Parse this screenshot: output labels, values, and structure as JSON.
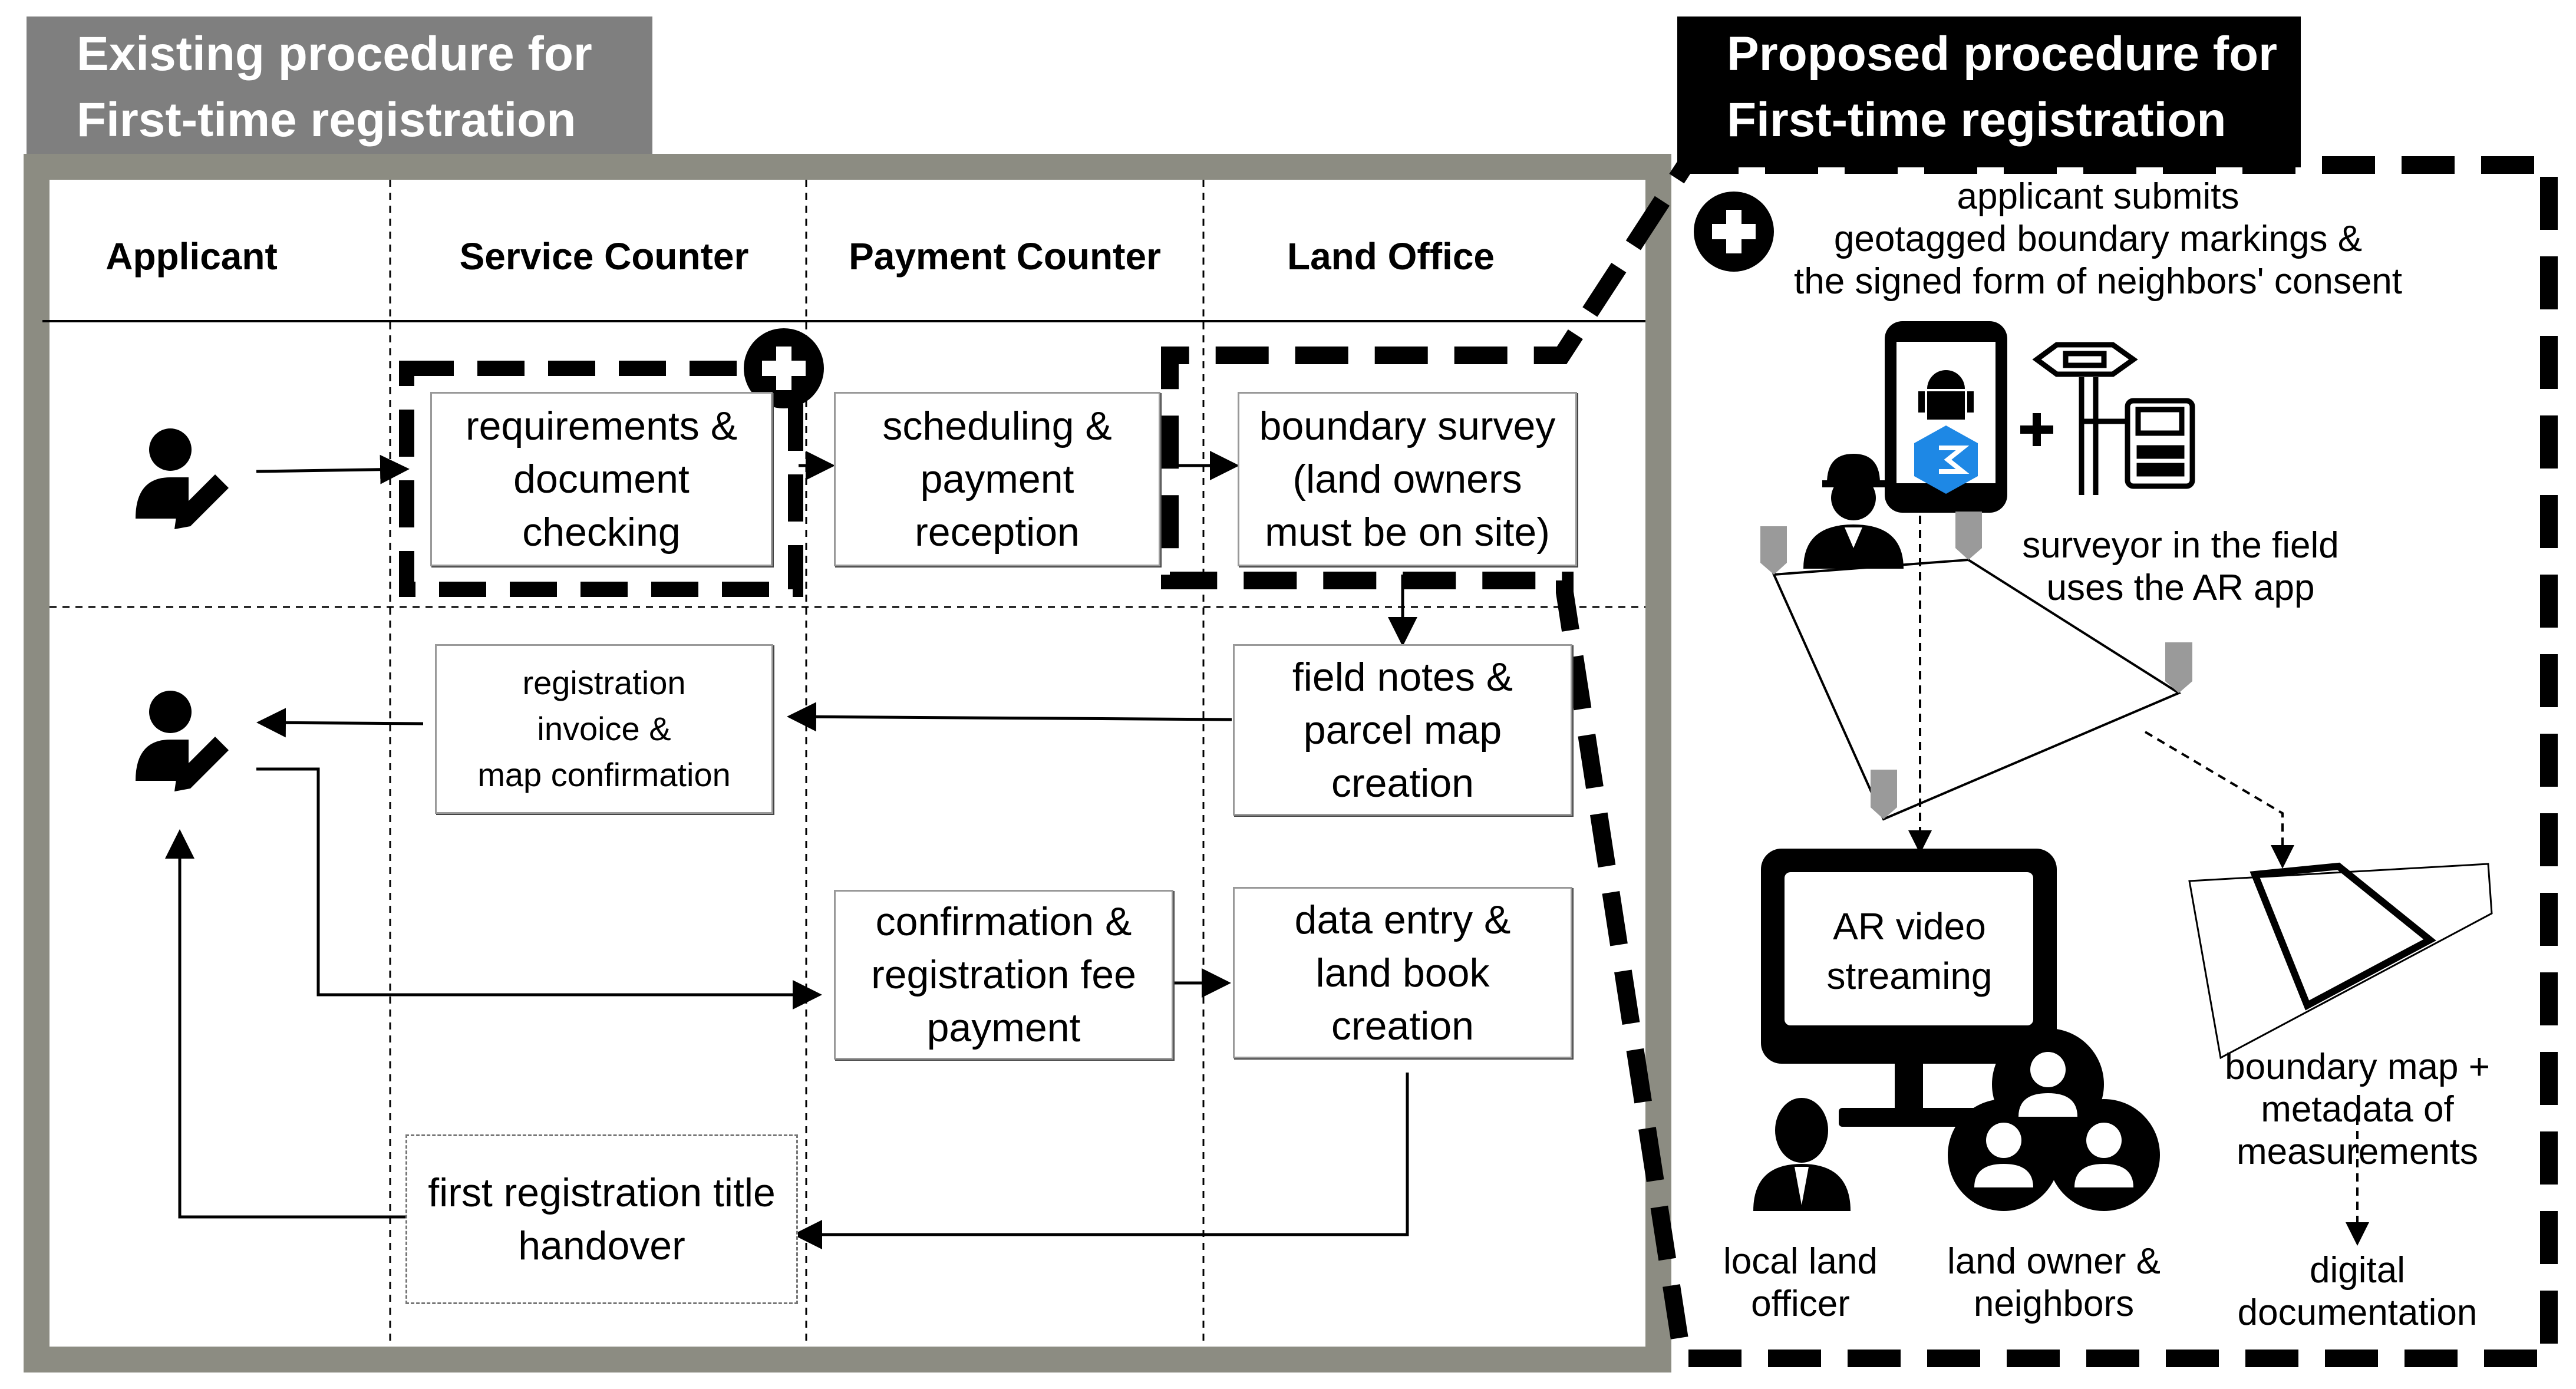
{
  "existing": {
    "title_lines": [
      "Existing procedure for",
      "First-time registration"
    ],
    "lanes": [
      "Applicant",
      "Service Counter",
      "Payment Counter",
      "Land Office"
    ],
    "steps": {
      "requirements": [
        "requirements &",
        "document",
        "checking"
      ],
      "scheduling": [
        "scheduling  &",
        "payment",
        "reception"
      ],
      "boundary": [
        "boundary survey",
        "(land owners",
        "must be on site)"
      ],
      "invoice": [
        "registration",
        "invoice &",
        "map confirmation"
      ],
      "fieldnotes": [
        "field notes &",
        "parcel map",
        "creation"
      ],
      "confirmation": [
        "confirmation &",
        "registration fee",
        "payment"
      ],
      "dataentry": [
        "data entry &",
        "land book",
        "creation"
      ],
      "handover": [
        "first registration title",
        "handover"
      ]
    }
  },
  "proposed": {
    "title_lines": [
      "Proposed procedure for",
      "First-time registration"
    ],
    "submit_lines": [
      "applicant submits",
      "geotagged boundary markings &",
      "the signed form of neighbors' consent"
    ],
    "surveyor_lines": [
      "surveyor in the field",
      "uses the AR app"
    ],
    "ar_lines": [
      "AR video",
      "streaming"
    ],
    "boundary_map_lines": [
      "boundary map +",
      "metadata of",
      "measurements"
    ],
    "local_officer_lines": [
      "local land",
      "officer"
    ],
    "owners_lines": [
      "land owner &",
      "neighbors"
    ],
    "digital_lines": [
      "digital",
      "documentation"
    ]
  },
  "colors": {
    "existing_title_bg": "#7f7f7f",
    "existing_frame": "#8c8c82",
    "proposed_title_bg": "#000000",
    "marker": "#9a9a9a"
  },
  "icons": [
    "applicant-edit-icon",
    "plus-circle-icon",
    "smartphone-icon",
    "android-icon",
    "app-logo-icon",
    "gnss-receiver-icon",
    "surveyor-helmet-icon",
    "boundary-marker-icon",
    "monitor-icon",
    "officer-icon",
    "group-people-icon"
  ]
}
